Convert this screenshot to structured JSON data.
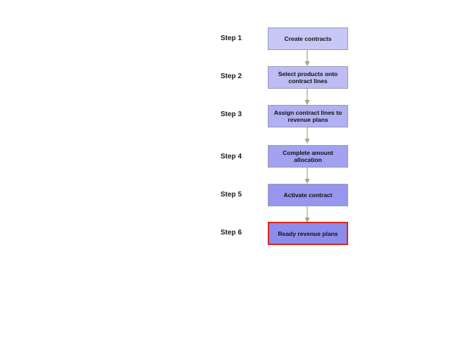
{
  "steps": [
    {
      "label": "Step 1",
      "text": "Create contracts",
      "fill": "#c8c8f6",
      "highlight": false
    },
    {
      "label": "Step 2",
      "text": "Select products onto contract lines",
      "fill": "#bdbdf4",
      "highlight": false
    },
    {
      "label": "Step 3",
      "text": "Assign contract lines to revenue plans",
      "fill": "#b0b0f2",
      "highlight": false
    },
    {
      "label": "Step 4",
      "text": "Complete amount allocation",
      "fill": "#a2a2f0",
      "highlight": false
    },
    {
      "label": "Step 5",
      "text": "Activate contract",
      "fill": "#9696ee",
      "highlight": false
    },
    {
      "label": "Step 6",
      "text": "Ready revenue plans",
      "fill": "#8c8cec",
      "highlight": true
    }
  ],
  "colors": {
    "connector": "#9aaa7e",
    "highlight_border": "#d8261c"
  }
}
